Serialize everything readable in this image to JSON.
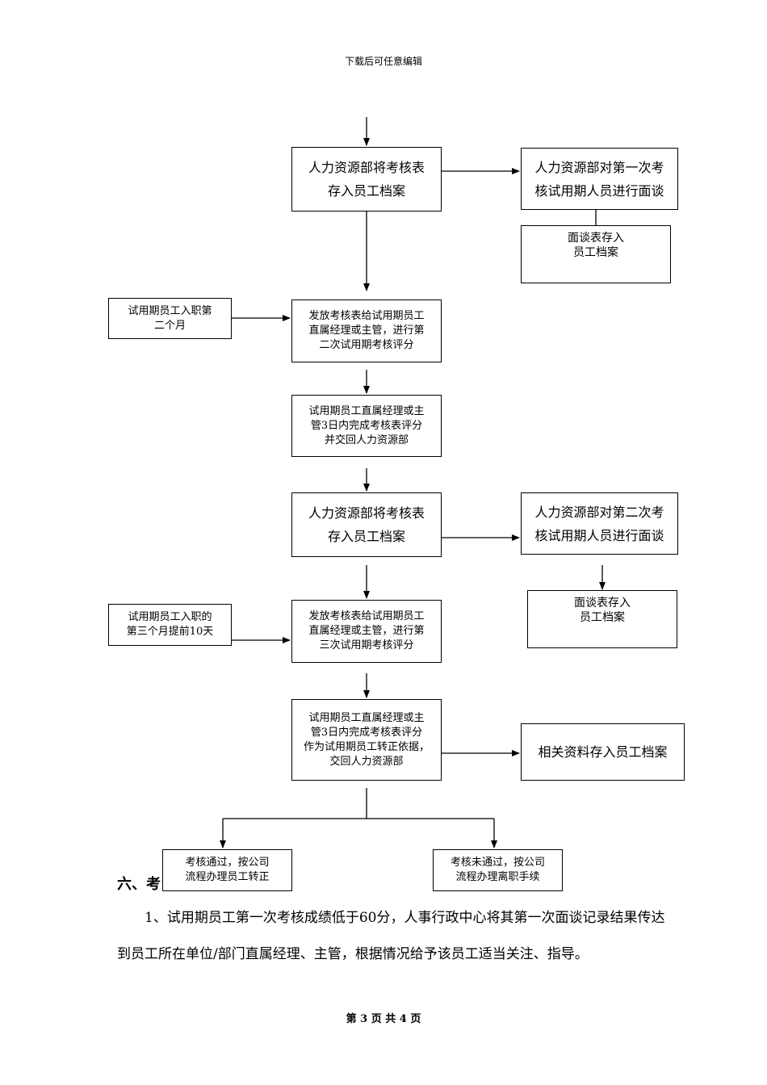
{
  "header": {
    "text": "下载后可任意编辑"
  },
  "flowchart": {
    "hr_store_1": "人力资源部将考核表\n存入员工档案",
    "hr_interview_1": "人力资源部对第一次考\n核试用期人员进行面谈",
    "interview_record_1": "面谈表存入\n员工档案",
    "trigger_month2": "试用期员工入职第\n二个月",
    "issue_form_2": "发放考核表给试用期员工\n直属经理或主管，进行第\n二次试用期考核评分",
    "complete_2": "试用期员工直属经理或主\n管3日内完成考核表评分\n并交回人力资源部",
    "hr_store_2": "人力资源部将考核表\n存入员工档案",
    "hr_interview_2": "人力资源部对第二次考\n核试用期人员进行面谈",
    "interview_record_2": "面谈表存入\n员工档案",
    "trigger_month3": "试用期员工入职的\n第三个月提前10天",
    "issue_form_3": "发放考核表给试用期员工\n直属经理或主管，进行第\n三次试用期考核评分",
    "complete_3": "试用期员工直属经理或主\n管3日内完成考核表评分\n作为试用期员工转正依据，\n交回人力资源部",
    "archive_docs": "相关资料存入员工档案",
    "pass": "考核通过，按公司\n流程办理员工转正",
    "fail": "考核未通过，按公司\n流程办理离职手续"
  },
  "section": {
    "heading": "六、考",
    "paragraph_1": "1、试用期员工第一次考核成绩低于60分，人事行政中心将其第一次面谈记录结果传达到员工所在单位/部门直属经理、主管，根据情况给予该员工适当关注、指导。"
  },
  "footer": {
    "text": "第 3 页 共 4 页"
  }
}
